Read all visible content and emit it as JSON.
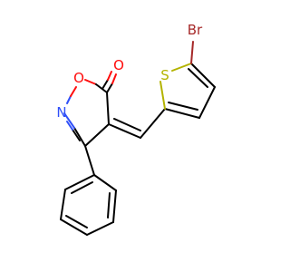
{
  "molecule": {
    "atoms": {
      "o_carbonyl": {
        "label": "O",
        "color": "#ff0d0d"
      },
      "o_ring": {
        "label": "O",
        "color": "#ff0d0d"
      },
      "n_ring": {
        "label": "N",
        "color": "#3050f8"
      },
      "s_thiophene": {
        "label": "S",
        "color": "#b3b300"
      },
      "br": {
        "label": "Br",
        "color": "#a62929"
      }
    }
  }
}
